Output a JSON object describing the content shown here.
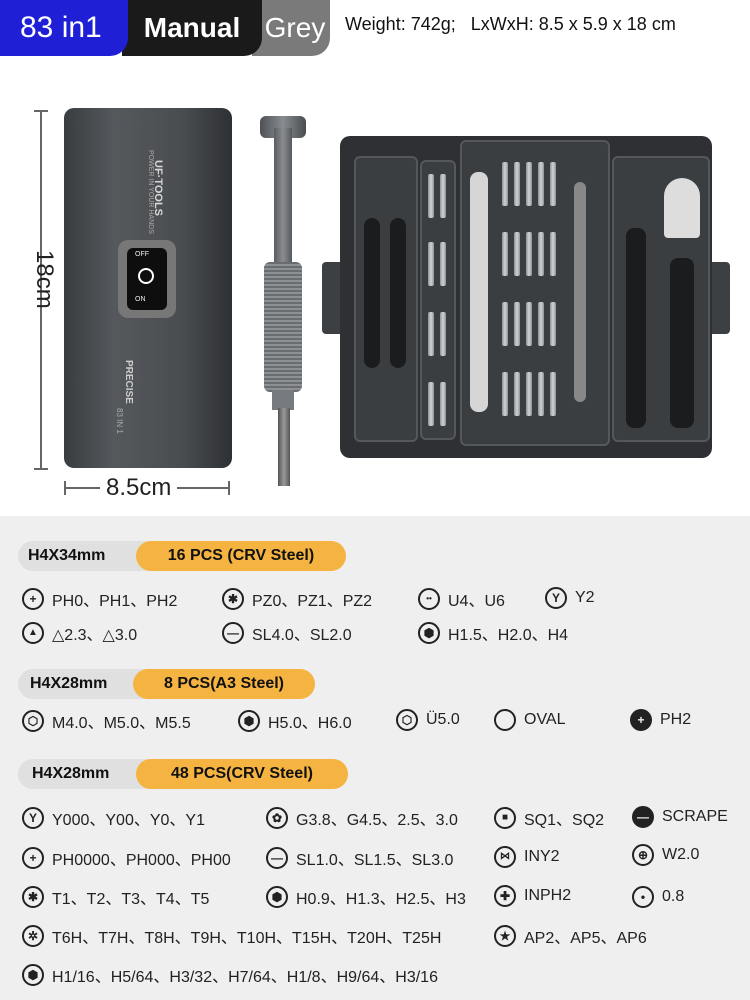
{
  "header": {
    "tab_count": "83 in1",
    "tab_manual": "Manual",
    "tab_color": "Grey",
    "specs": "Weight: 742g;   LxWxH: 8.5 x 5.9 x 18 cm"
  },
  "product": {
    "height_label": "18cm",
    "width_label": "8.5cm",
    "brand": "UF·TOOLS",
    "tagline": "POWER IN YOUR HANDS",
    "series": "PRECISE",
    "model": "83 IN 1",
    "screen_off": "OFF",
    "screen_on": "ON"
  },
  "groups": [
    {
      "size": "H4X34mm",
      "pcs": "16 PCS (CRV Steel)",
      "items": [
        {
          "icon": "phillips-icon",
          "glyph": "+",
          "text": "PH0、PH1、PH2"
        },
        {
          "icon": "pozidriv-icon",
          "glyph": "✱",
          "text": "PZ0、PZ1、PZ2"
        },
        {
          "icon": "u-bit-icon",
          "glyph": "••",
          "text": "U4、U6"
        },
        {
          "icon": "y-bit-icon",
          "glyph": "Y",
          "text": "Y2"
        },
        {
          "icon": "triangle-icon",
          "glyph": "▲",
          "text": "△2.3、△3.0"
        },
        {
          "icon": "slotted-icon",
          "glyph": "—",
          "text": "SL4.0、SL2.0"
        },
        {
          "icon": "hex-icon",
          "glyph": "⬢",
          "text": "H1.5、H2.0、H4"
        }
      ]
    },
    {
      "size": "H4X28mm",
      "pcs": "8 PCS(A3 Steel)",
      "items": [
        {
          "icon": "hex-nut-icon",
          "glyph": "⬡",
          "text": "M4.0、M5.0、M5.5"
        },
        {
          "icon": "hex-icon",
          "glyph": "⬢",
          "text": "H5.0、H6.0"
        },
        {
          "icon": "hex-nut-icon",
          "glyph": "⬡",
          "text": "Ü5.0"
        },
        {
          "icon": "oval-icon",
          "glyph": "",
          "text": "OVAL"
        },
        {
          "icon": "phillips-filled-icon",
          "glyph": "+",
          "text": "PH2"
        }
      ]
    },
    {
      "size": "H4X28mm",
      "pcs": "48 PCS(CRV Steel)",
      "items": [
        {
          "icon": "y-bit-icon",
          "glyph": "Y",
          "text": "Y000、Y00、Y0、Y1"
        },
        {
          "icon": "gear-bit-icon",
          "glyph": "✿",
          "text": "G3.8、G4.5、2.5、3.0"
        },
        {
          "icon": "square-icon",
          "glyph": "■",
          "text": "SQ1、SQ2"
        },
        {
          "icon": "scrape-icon",
          "glyph": "—",
          "text": "SCRAPE"
        },
        {
          "icon": "phillips-icon",
          "glyph": "+",
          "text": "PH0000、PH000、PH00"
        },
        {
          "icon": "slotted-icon",
          "glyph": "—",
          "text": "SL1.0、SL1.5、SL3.0"
        },
        {
          "icon": "inner-y-icon",
          "glyph": "⋈",
          "text": "INY2"
        },
        {
          "icon": "crosshair-icon",
          "glyph": "⊕",
          "text": "W2.0"
        },
        {
          "icon": "torx-icon",
          "glyph": "✱",
          "text": "T1、T2、T3、T4、T5"
        },
        {
          "icon": "hex-icon",
          "glyph": "⬢",
          "text": "H0.9、H1.3、H2.5、H3"
        },
        {
          "icon": "inner-phillips-icon",
          "glyph": "✚",
          "text": "INPH2"
        },
        {
          "icon": "dot-icon",
          "glyph": "•",
          "text": "0.8"
        },
        {
          "icon": "torx-hole-icon",
          "glyph": "✲",
          "text": "T6H、T7H、T8H、T9H、T10H、T15H、T20H、T25H"
        },
        {
          "icon": "star-icon",
          "glyph": "★",
          "text": "AP2、AP5、AP6"
        },
        {
          "icon": "hex-icon",
          "glyph": "⬢",
          "text": "H1/16、H5/64、H3/32、H7/64、H1/8、H9/64、H3/16"
        }
      ]
    }
  ]
}
